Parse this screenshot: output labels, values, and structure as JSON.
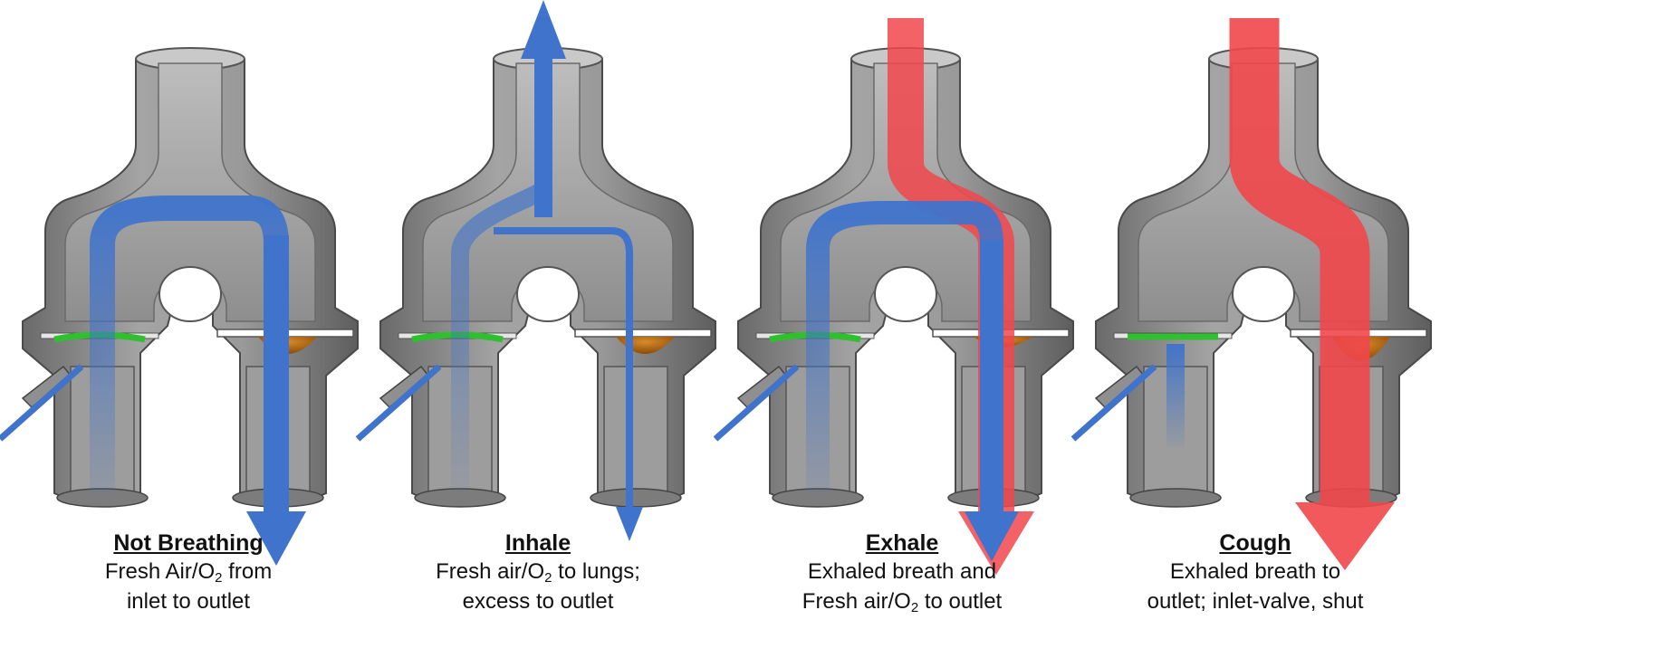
{
  "panels": [
    {
      "title": "Not Breathing",
      "line1_a": "Fresh Air/O",
      "line1_sub": "2",
      "line1_b": " from",
      "line2": "inlet to outlet"
    },
    {
      "title": "Inhale",
      "line1_a": "Fresh air/O",
      "line1_sub": "2",
      "line1_b": " to lungs;",
      "line2": "excess to outlet"
    },
    {
      "title": "Exhale",
      "line1_a": "Exhaled breath and",
      "line1_sub": "",
      "line1_b": "",
      "line2": "Fresh air/O",
      "line2_sub": "2",
      "line2_b": " to outlet"
    },
    {
      "title": "Cough",
      "line1_a": "Exhaled breath to",
      "line1_sub": "",
      "line1_b": "",
      "line2": "outlet; inlet-valve, shut"
    }
  ],
  "colors": {
    "body": "#8c8c8c",
    "body_dark": "#5a5a5a",
    "fresh_air": "#3f73cc",
    "exhaled": "#f0474b",
    "valve_green": "#2fbf2f",
    "valve_orange": "#b5670d"
  },
  "icons": [
    "up-arrow-icon",
    "down-arrow-icon"
  ]
}
